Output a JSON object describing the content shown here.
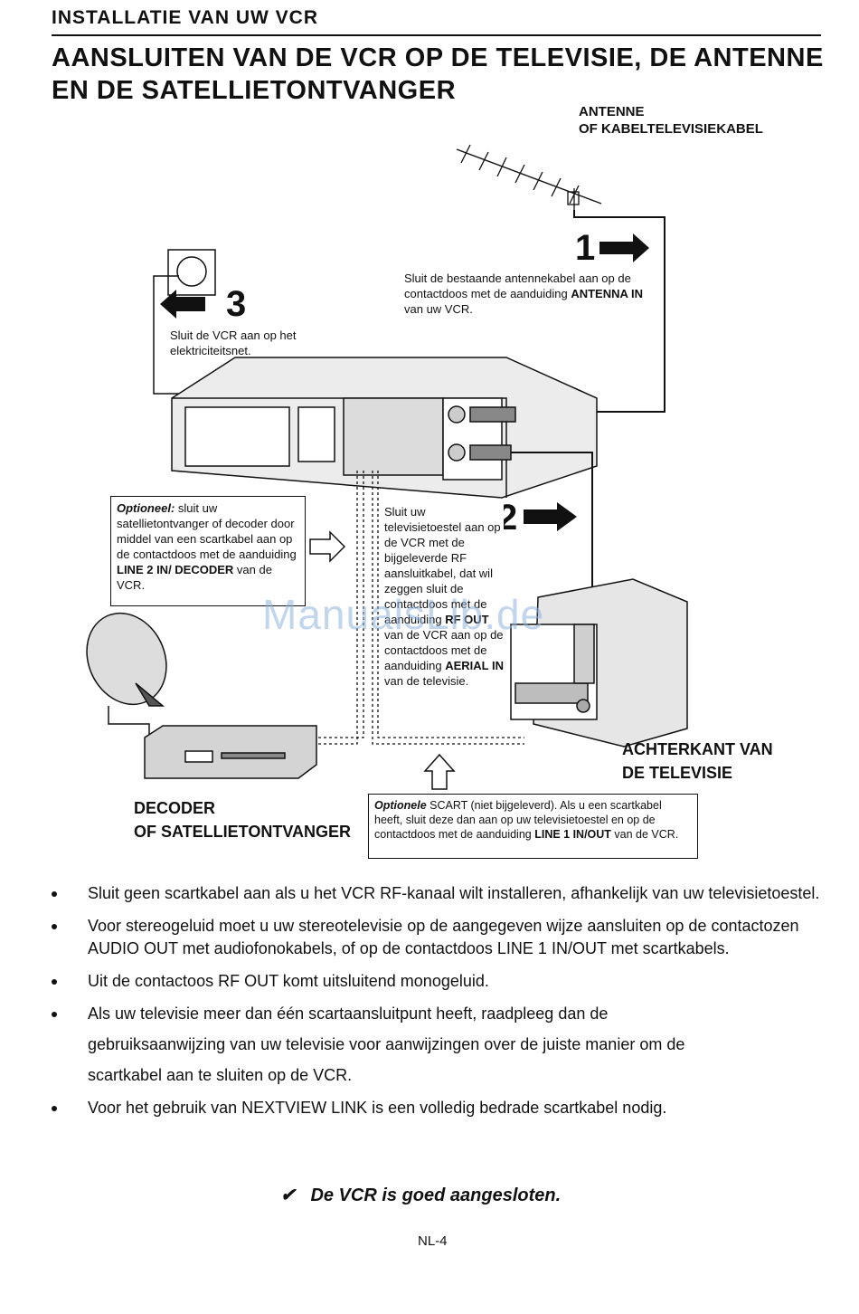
{
  "header": {
    "section_title": "INSTALLATIE VAN UW VCR",
    "main_title": "AANSLUITEN VAN DE VCR OP DE TELEVISIE, DE ANTENNE EN DE SATELLIETONTVANGER"
  },
  "diagram": {
    "antenna_label": "ANTENNE\nOF KABELTELEVISIEKABEL",
    "step1": {
      "number": "1",
      "text_pre": "Sluit de bestaande antennekabel aan op de contactdoos met de aanduiding ",
      "text_bold": "ANTENNA IN",
      "text_post": " van uw VCR."
    },
    "step3": {
      "number": "3",
      "text": "Sluit de VCR aan op het elektriciteitsnet."
    },
    "step2": {
      "number": "2",
      "text_pre": "Sluit uw televisietoestel aan op de VCR met de bijgeleverde RF aansluitkabel, dat wil zeggen sluit de contactdoos met de aanduiding ",
      "text_bold1": "RF OUT",
      "text_mid": " van de VCR aan op de contactdoos met de aanduiding ",
      "text_bold2": "AERIAL IN",
      "text_post": " van de televisie."
    },
    "optional_decoder": {
      "lead": "Optioneel:",
      "text_pre": " sluit uw satellietontvanger of decoder door middel van een scartkabel aan op de contactdoos met de aanduiding ",
      "text_bold": "LINE 2 IN/ DECODER",
      "text_post": " van de VCR."
    },
    "optional_scart": {
      "lead": "Optionele",
      "text_pre": " SCART (niet bijgeleverd). Als u een scartkabel heeft, sluit deze dan aan op uw televisietoestel en op de contactdoos met de aanduiding ",
      "text_bold": "LINE 1 IN/OUT",
      "text_post": " van de VCR."
    },
    "tv_label": "ACHTERKANT VAN\nDE TELEVISIE",
    "decoder_label": "DECODER\nOF SATELLIETONTVANGER",
    "watermark": "ManualsLib.de"
  },
  "bullets": [
    "Sluit geen scartkabel aan als u het VCR RF-kanaal wilt installeren, afhankelijk van uw televisietoestel.",
    "Voor stereogeluid moet u uw stereotelevisie op de aangegeven wijze aansluiten op de contactozen AUDIO OUT met audiofonokabels, of op de contactdoos LINE 1 IN/OUT met scartkabels.",
    "Uit de contactoos RF OUT komt uitsluitend monogeluid.",
    "Als uw televisie meer dan één scartaansluitpunt heeft, raadpleeg dan de",
    "gebruiksaanwijzing van uw televisie voor aanwijzingen over de juiste manier om de",
    "scartkabel  aan te sluiten op de VCR.",
    "Voor het gebruik van NEXTVIEW LINK is een volledig bedrade scartkabel nodig."
  ],
  "footer": {
    "check_icon": "✔",
    "confirmation": "De VCR is goed aangesloten.",
    "page_number": "NL-4"
  }
}
